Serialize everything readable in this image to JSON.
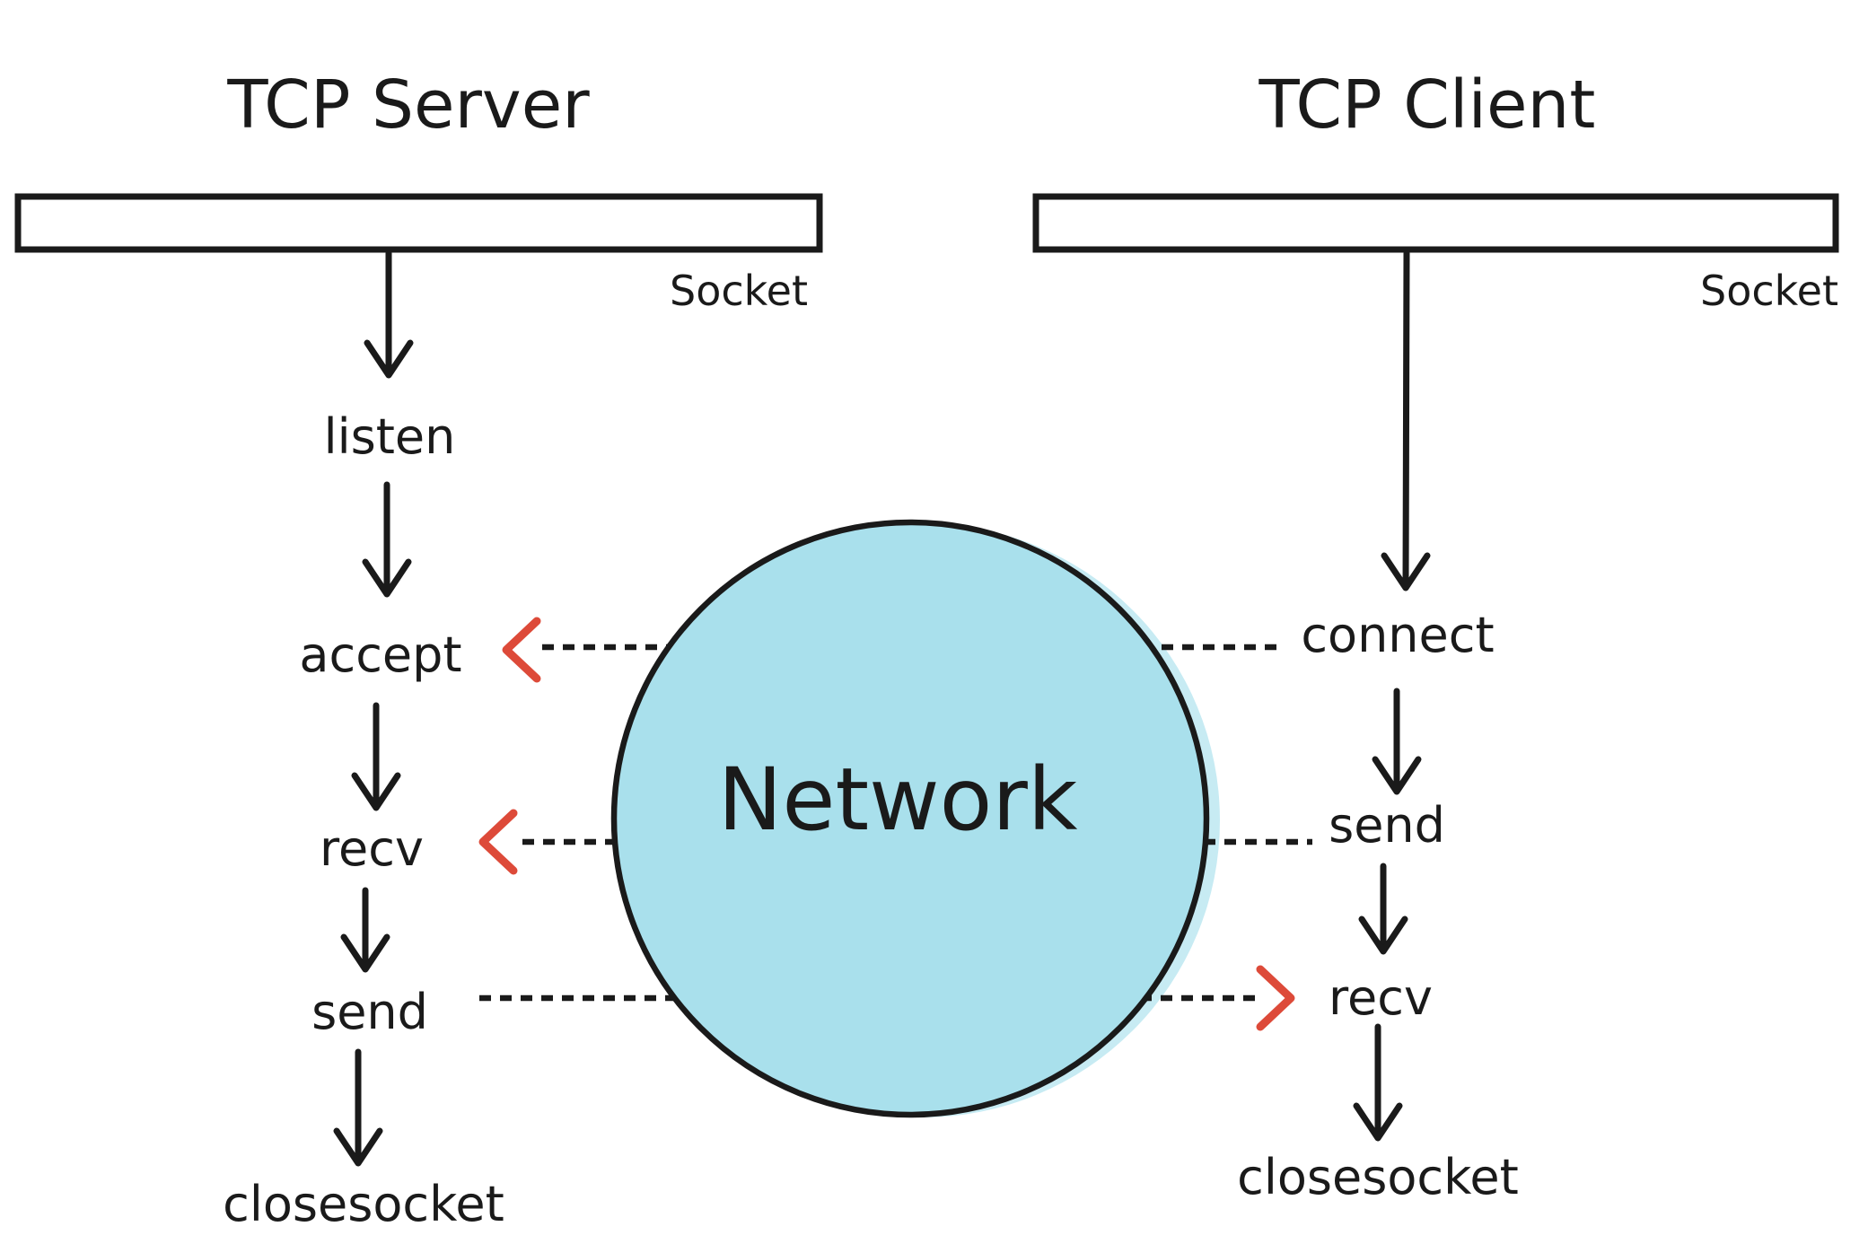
{
  "colors": {
    "ink": "#1a1a1a",
    "red": "#dd4a39",
    "network_fill": "#a9e0ec",
    "network_shadow": "#c7ebf3",
    "background": "#ffffff"
  },
  "server": {
    "title": "TCP Server",
    "socket_label": "Socket",
    "steps": {
      "listen": "listen",
      "accept": "accept",
      "recv": "recv",
      "send": "send",
      "close": "closesocket"
    }
  },
  "client": {
    "title": "TCP Client",
    "socket_label": "Socket",
    "steps": {
      "connect": "connect",
      "send": "send",
      "recv": "recv",
      "close": "closesocket"
    }
  },
  "network": {
    "label": "Network"
  }
}
